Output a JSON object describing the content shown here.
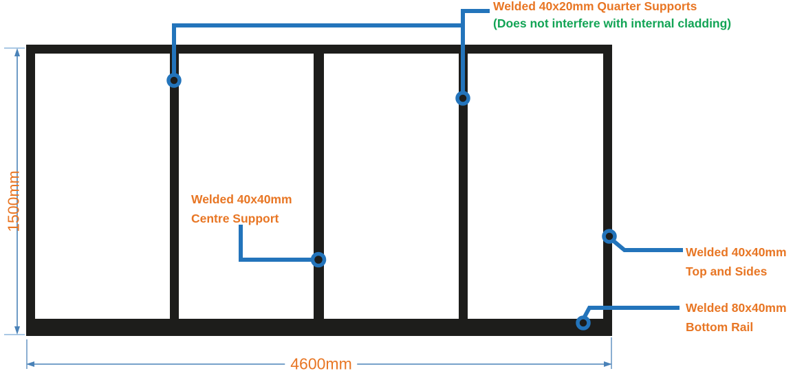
{
  "colors": {
    "frame": "#1d1d1b",
    "leader-blue": "#2374bb",
    "dim-blue": "#4a82b8",
    "dim-tick": "#a9c8e4",
    "orange": "#e87624",
    "green": "#12a455"
  },
  "dimensions": {
    "height_label": "1500mm",
    "width_label": "4600mm"
  },
  "annotations": {
    "quarter_supports": {
      "line1": "Welded 40x20mm Quarter Supports",
      "line2": "(Does not interfere with internal cladding)"
    },
    "centre_support": {
      "line1": "Welded 40x40mm",
      "line2": "Centre Support"
    },
    "top_sides": {
      "line1": "Welded 40x40mm",
      "line2": "Top and Sides"
    },
    "bottom_rail": {
      "line1": "Welded 80x40mm",
      "line2": "Bottom Rail"
    }
  },
  "icons": {
    "weld_marker": "blue ring weld-point marker (circle)"
  }
}
